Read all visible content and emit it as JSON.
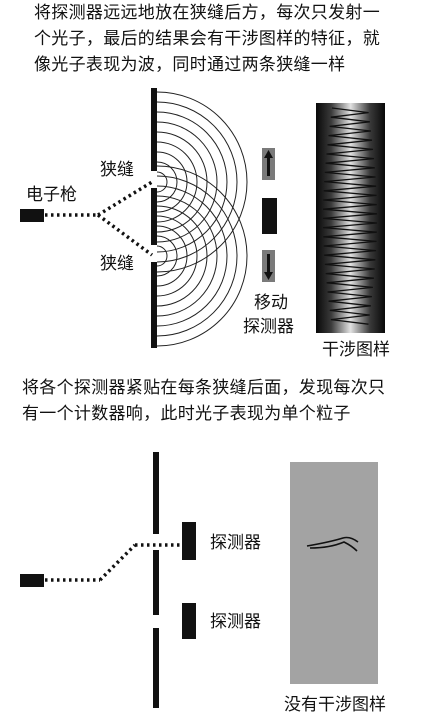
{
  "paragraph_1": {
    "lines": [
      "将探测器远远地放在狭缝后方，每次只发射一",
      "个光子，最后的结果会有干涉图样的特征，就",
      "像光子表现为波，同时通过两条狭缝一样"
    ]
  },
  "paragraph_2": {
    "lines": [
      "将各个探测器紧贴在每条狭缝后面，发现每次只",
      "有一个计数器响，此时光子表现为单个粒子"
    ]
  },
  "diagram_1": {
    "labels": {
      "slit_upper": "狭缝",
      "slit_lower": "狭缝",
      "electron_gun": "电子枪",
      "moving_detector_line1": "移动",
      "moving_detector_line2": "探测器",
      "interference_pattern": "干涉图样"
    }
  },
  "diagram_2": {
    "labels": {
      "detector_upper": "探测器",
      "detector_lower": "探测器",
      "no_interference_pattern": "没有干涉图样"
    }
  }
}
